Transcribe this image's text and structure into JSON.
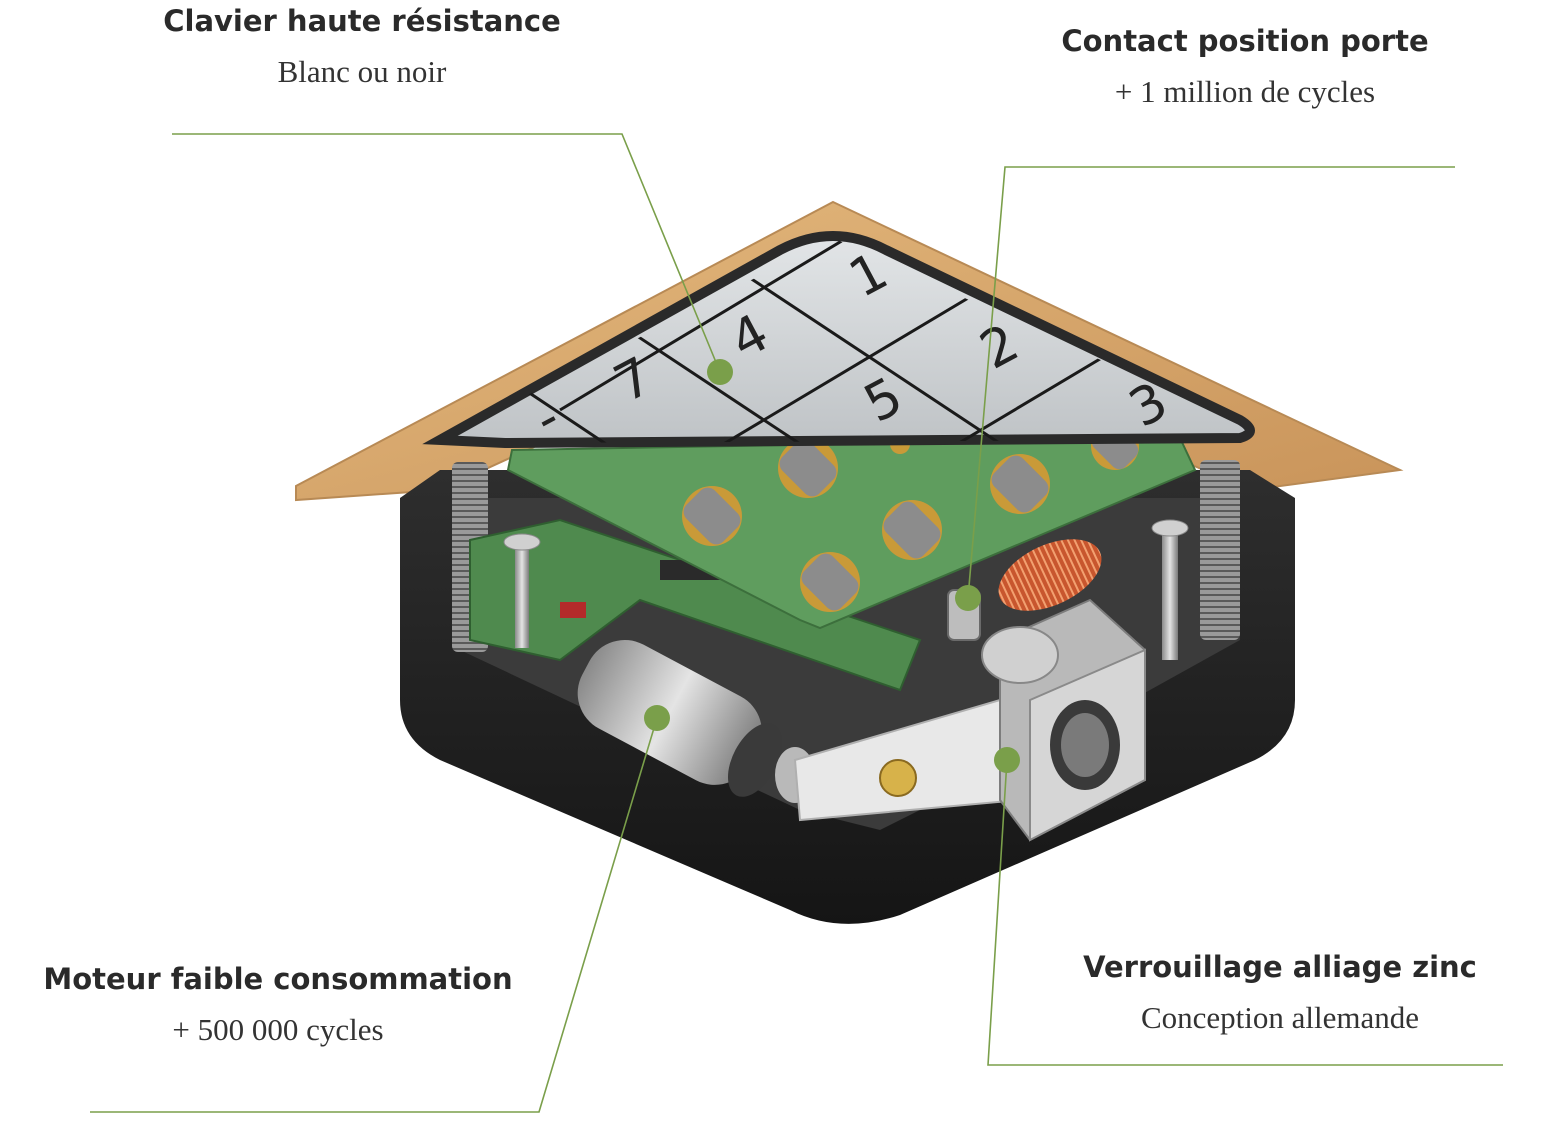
{
  "callouts": {
    "clavier": {
      "title": "Clavier haute résistance",
      "subtitle": "Blanc ou noir"
    },
    "contact": {
      "title": "Contact position porte",
      "subtitle": "+ 1 million de cycles"
    },
    "moteur": {
      "title": "Moteur faible consommation",
      "subtitle": "+ 500 000 cycles"
    },
    "verrou": {
      "title": "Verrouillage alliage zinc",
      "subtitle": "Conception allemande"
    }
  },
  "keypad": {
    "keys": [
      "1",
      "2",
      "3",
      "4",
      "5",
      "7",
      "-"
    ]
  },
  "colors": {
    "accent_green": "#7a9f4a",
    "pcb_green": "#5f9d5e",
    "wood": "#d9a96b",
    "housing": "#262626",
    "keypad_face": "#cfd3d6"
  }
}
